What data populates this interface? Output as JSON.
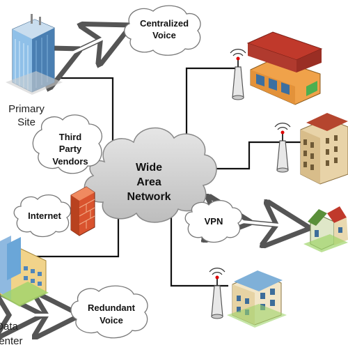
{
  "diagram": {
    "wan_label": [
      "Wide",
      "Area",
      "Network"
    ],
    "primary_site_label": [
      "Primary",
      "Site"
    ],
    "data_center_label": [
      "Data",
      "Center"
    ],
    "centralized_voice": [
      "Centralized",
      "Voice"
    ],
    "third_party_vendors": [
      "Third",
      "Party",
      "Vendors"
    ],
    "internet": "Internet",
    "vpn": "VPN",
    "redundant_voice": [
      "Redundant",
      "Voice"
    ]
  },
  "colors": {
    "cloud_fill": "#d9d9d9",
    "bubble_fill": "#ffffff",
    "line": "#111111",
    "building_glass": "#6aa6d8",
    "firewall": "#e0603a",
    "tower": "#e6e6e6",
    "roof_red": "#b03a2e",
    "wall_orange": "#f0a24a",
    "wall_beige": "#e8d3a8"
  }
}
